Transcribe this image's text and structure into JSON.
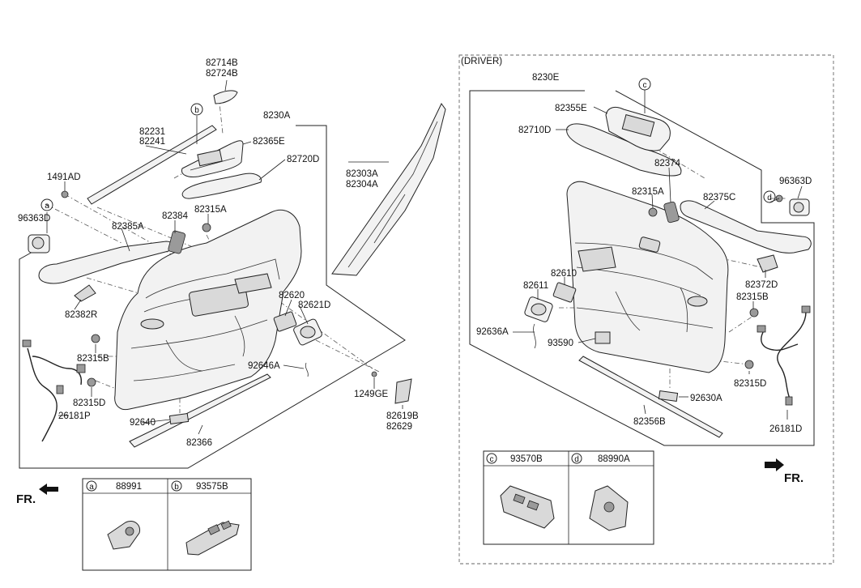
{
  "driver_label": "(DRIVER)",
  "fr_label": "FR.",
  "callouts": {
    "a": "a",
    "b": "b",
    "c": "c",
    "d": "d"
  },
  "left": {
    "p82714B": "82714B",
    "p82724B": "82724B",
    "p8230A": "8230A",
    "p82231": "82231",
    "p82241": "82241",
    "p82365E": "82365E",
    "p82720D": "82720D",
    "p1491AD": "1491AD",
    "p82303A": "82303A",
    "p82304A": "82304A",
    "p96363D": "96363D",
    "p82385A": "82385A",
    "p82384": "82384",
    "p82315A": "82315A",
    "p82382R": "82382R",
    "p82620": "82620",
    "p82621D": "82621D",
    "p82315B": "82315B",
    "p92646A": "92646A",
    "p82315D": "82315D",
    "p1249GE": "1249GE",
    "p26181P": "26181P",
    "p92640": "92640",
    "p82619B": "82619B",
    "p82629": "82629",
    "p82366": "82366"
  },
  "right": {
    "p8230E": "8230E",
    "p82355E": "82355E",
    "p82710D": "82710D",
    "p82374": "82374",
    "p96363D": "96363D",
    "p82315A": "82315A",
    "p82375C": "82375C",
    "p82610": "82610",
    "p82611": "82611",
    "p82372D": "82372D",
    "p82315B": "82315B",
    "p92636A": "92636A",
    "p93590": "93590",
    "p82315D": "82315D",
    "p92630A": "92630A",
    "p82356B": "82356B",
    "p26181D": "26181D"
  },
  "legend_left": {
    "a_part": "88991",
    "b_part": "93575B"
  },
  "legend_right": {
    "c_part": "93570B",
    "d_part": "88990A"
  }
}
